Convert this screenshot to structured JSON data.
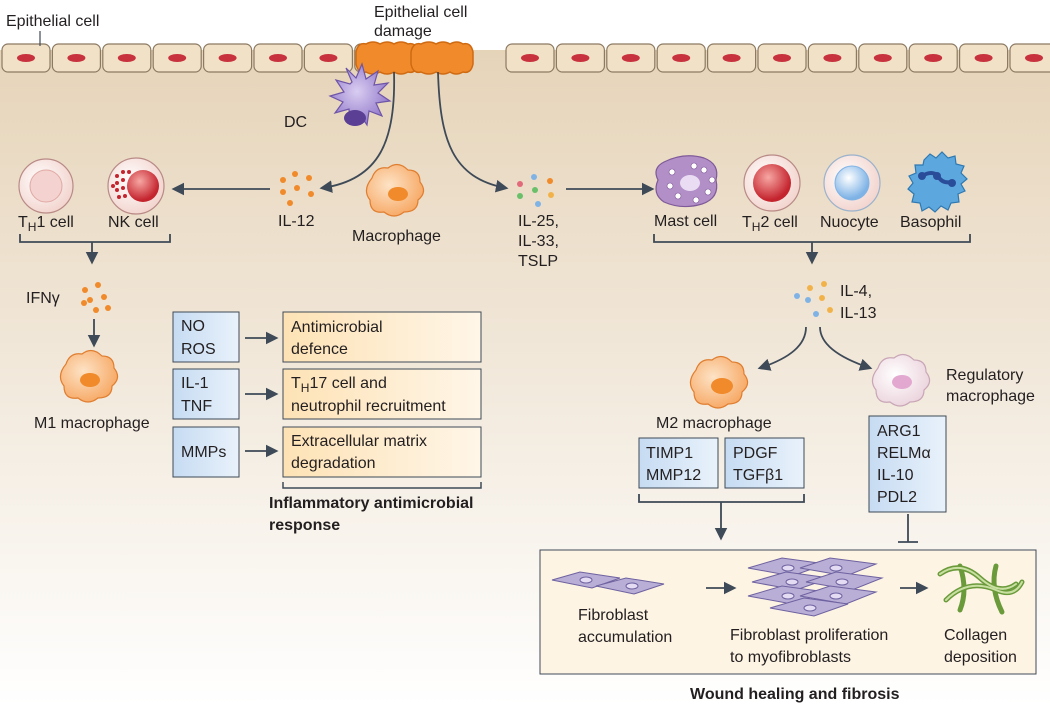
{
  "title_epithelial": "Epithelial cell",
  "damage": {
    "line1": "Epithelial cell",
    "line2": "damage"
  },
  "dc": "DC",
  "il12": "IL-12",
  "macrophage": "Macrophage",
  "alarmins": [
    "IL-25,",
    "IL-33,",
    "TSLP"
  ],
  "th1": {
    "main": "T",
    "sub": "H",
    "rest": "1 cell"
  },
  "nk": "NK cell",
  "ifng": "IFNγ",
  "m1": "M1 macrophage",
  "effectors": [
    {
      "lines": [
        "NO",
        "ROS"
      ],
      "outcome": [
        "Antimicrobial",
        "defence"
      ]
    },
    {
      "lines": [
        "IL-1",
        "TNF"
      ],
      "outcome_th17": {
        "main": "T",
        "sub": "H",
        "rest": "17 cell and"
      },
      "outcome": [
        "",
        "neutrophil recruitment"
      ]
    },
    {
      "lines": [
        "MMPs"
      ],
      "outcome": [
        "Extracellular matrix",
        "degradation"
      ]
    }
  ],
  "inflammatory": [
    "Inflammatory antimicrobial",
    "response"
  ],
  "mast": "Mast cell",
  "th2": {
    "main": "T",
    "sub": "H",
    "rest": "2 cell"
  },
  "nuocyte": "Nuocyte",
  "basophil": "Basophil",
  "il4": [
    "IL-4,",
    "IL-13"
  ],
  "m2": "M2 macrophage",
  "m2_box1": [
    "TIMP1",
    "MMP12"
  ],
  "m2_box2": [
    "PDGF",
    "TGFβ1"
  ],
  "regulatory": [
    "Regulatory",
    "macrophage"
  ],
  "reg_box": [
    "ARG1",
    "RELMα",
    "IL-10",
    "PDL2"
  ],
  "fibro1": [
    "Fibroblast",
    "accumulation"
  ],
  "fibro2": [
    "Fibroblast proliferation",
    "to myofibroblasts"
  ],
  "collagen": [
    "Collagen",
    "deposition"
  ],
  "wound": "Wound healing and fibrosis",
  "colors": {
    "bg_top": "#efe3d1",
    "bg_bottom": "#ffffff",
    "epithelium": "#f1e2c7",
    "nucleus": "#c8323e",
    "damage": "#f08a2a",
    "dc": "#8e75c8",
    "macrophage": "#f6a25a",
    "box_blue": "#d7e6f6",
    "box_orange": "#fde8c4",
    "arrow": "#3e4a57"
  }
}
